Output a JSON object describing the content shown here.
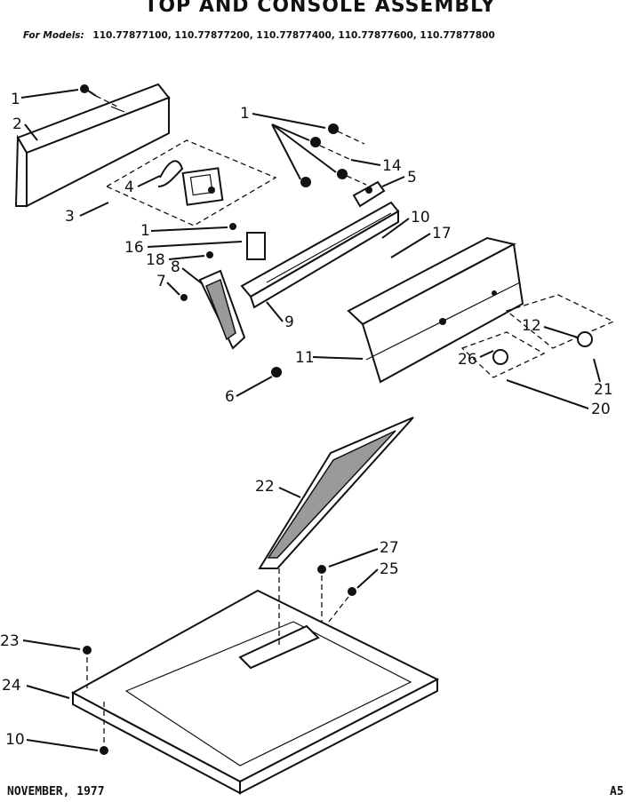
{
  "header": {
    "title": "TOP AND CONSOLE ASSEMBLY",
    "models_label": "For Models:",
    "models": "110.77877100, 110.77877200, 110.77877400, 110.77877600, 110.77877800"
  },
  "footer": {
    "date": "NOVEMBER, 1977",
    "code": "A5"
  },
  "callouts": [
    "1",
    "2",
    "1",
    "14",
    "5",
    "4",
    "3",
    "10",
    "17",
    "1",
    "16",
    "18",
    "8",
    "7",
    "9",
    "12",
    "11",
    "26",
    "21",
    "20",
    "6",
    "22",
    "27",
    "25",
    "23",
    "24",
    "10"
  ]
}
